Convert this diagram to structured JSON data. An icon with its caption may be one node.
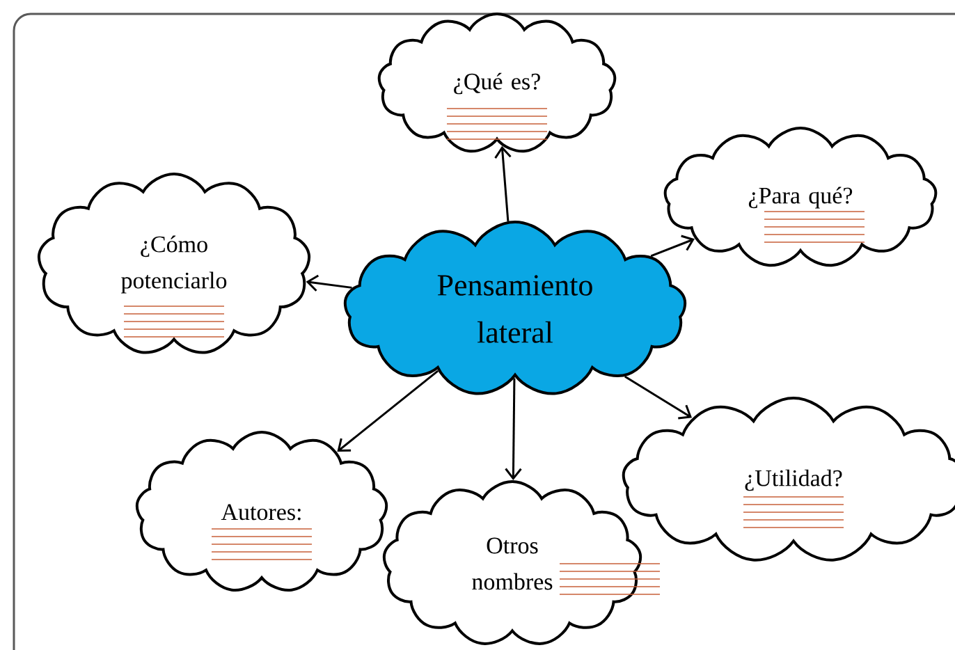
{
  "diagram": {
    "nodes": [
      {
        "text": [
          "Pensamiento lateral"
        ]
      },
      {
        "text": [
          "¿Qué es?"
        ]
      },
      {
        "text": [
          "¿Para qué?"
        ]
      },
      {
        "text": [
          "¿Cómo potenciarlo"
        ]
      },
      {
        "text": [
          "Autores:"
        ]
      },
      {
        "text": [
          "Otros nombres"
        ]
      },
      {
        "text": [
          "¿Utilidad?"
        ]
      }
    ],
    "edges": [
      {
        "from": 0,
        "to": 1,
        "arrow": "to"
      },
      {
        "from": 0,
        "to": 2,
        "arrow": "to"
      },
      {
        "from": 0,
        "to": 3,
        "arrow": "to"
      },
      {
        "from": 0,
        "to": 4,
        "arrow": "to"
      },
      {
        "from": 0,
        "to": 5,
        "arrow": "to"
      },
      {
        "from": 0,
        "to": 6,
        "arrow": "to"
      }
    ]
  }
}
